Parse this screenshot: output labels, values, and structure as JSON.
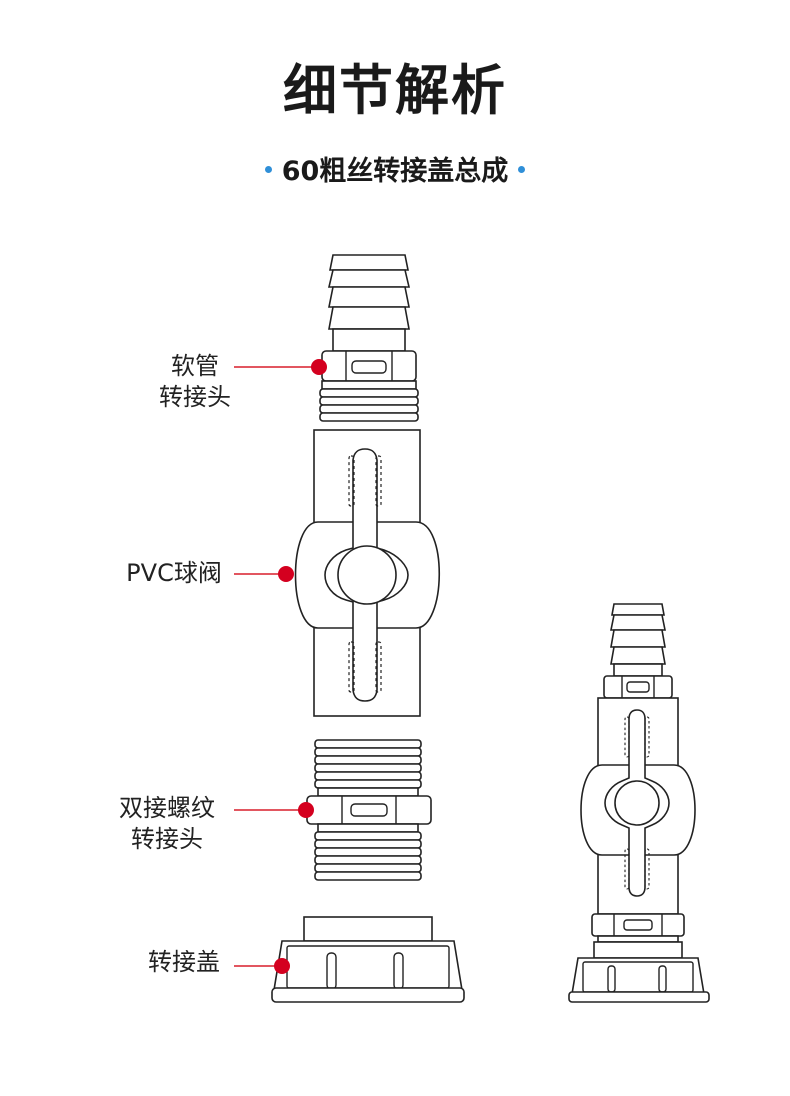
{
  "header": {
    "title": "细节解析",
    "subtitle": "60粗丝转接盖总成"
  },
  "colors": {
    "accent_dot": "#2f8fd8",
    "marker": "#d4001f",
    "line": "#222222"
  },
  "callouts": [
    {
      "lines": [
        "软管",
        "转接头"
      ]
    },
    {
      "lines": [
        "PVC球阀"
      ]
    },
    {
      "lines": [
        "双接螺纹",
        "转接头"
      ]
    },
    {
      "lines": [
        "转接盖"
      ]
    }
  ]
}
